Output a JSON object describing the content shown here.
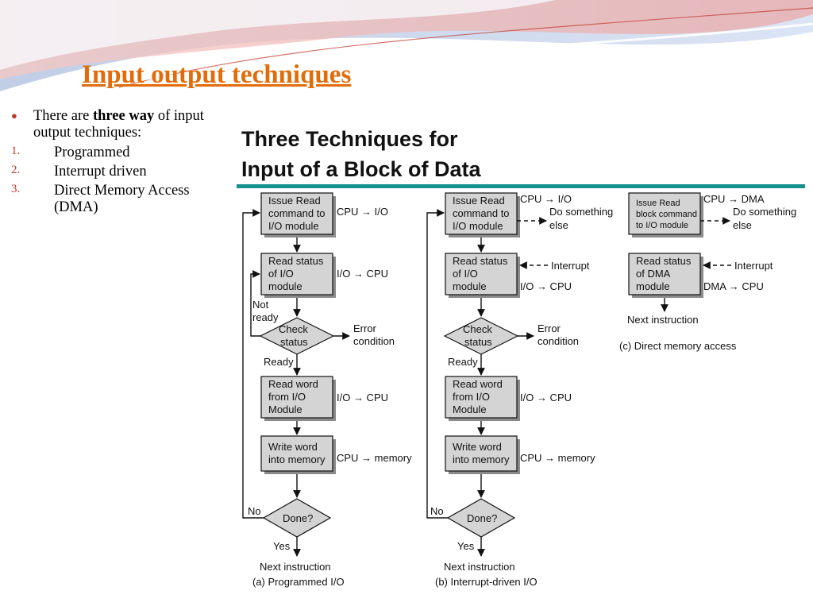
{
  "slide": {
    "title": "Input output techniques",
    "intro_prefix": "There are ",
    "intro_bold": "three way",
    "intro_suffix": " of input output techniques:",
    "list": [
      {
        "num": "1.",
        "text": "Programmed"
      },
      {
        "num": "2.",
        "text": "Interrupt driven"
      },
      {
        "num": "3.",
        "text": " Direct Memory Access (DMA)"
      }
    ]
  },
  "diagram": {
    "heading_line1": "Three Techniques for",
    "heading_line2": "Input of a Block of Data",
    "accent_color": "#14918f",
    "programmed": {
      "issue_read": [
        "Issue Read",
        "command to",
        "I/O module"
      ],
      "cpu_io": "CPU → I/O",
      "read_status": [
        "Read status",
        "of I/O",
        "module"
      ],
      "io_cpu_1": "I/O → CPU",
      "not_ready": [
        "Not",
        "ready"
      ],
      "check_status": [
        "Check",
        "status"
      ],
      "error_condition": [
        "Error",
        "condition"
      ],
      "ready": "Ready",
      "read_word": [
        "Read word",
        "from I/O",
        "Module"
      ],
      "io_cpu_2": "I/O → CPU",
      "write_word": [
        "Write word",
        "into memory"
      ],
      "cpu_memory": "CPU → memory",
      "no": "No",
      "done": "Done?",
      "yes": "Yes",
      "next_instruction": "Next instruction",
      "caption": "(a) Programmed I/O"
    },
    "interrupt": {
      "issue_read": [
        "Issue Read",
        "command to",
        "I/O module"
      ],
      "cpu_io": "CPU → I/O",
      "do_something": [
        "Do something",
        "else"
      ],
      "read_status": [
        "Read status",
        "of I/O",
        "module"
      ],
      "interrupt": "Interrupt",
      "io_cpu_1": "I/O → CPU",
      "check_status": [
        "Check",
        "status"
      ],
      "error_condition": [
        "Error",
        "condition"
      ],
      "ready": "Ready",
      "read_word": [
        "Read word",
        "from I/O",
        "Module"
      ],
      "io_cpu_2": "I/O → CPU",
      "write_word": [
        "Write word",
        "into memory"
      ],
      "cpu_memory": "CPU → memory",
      "no": "No",
      "done": "Done?",
      "yes": "Yes",
      "next_instruction": "Next instruction",
      "caption": "(b) Interrupt-driven I/O"
    },
    "dma": {
      "issue_read": [
        "Issue Read",
        "block command",
        "to I/O module"
      ],
      "cpu_dma": "CPU → DMA",
      "do_something": [
        "Do something",
        "else"
      ],
      "read_status": [
        "Read status",
        "of DMA",
        "module"
      ],
      "interrupt": "Interrupt",
      "dma_cpu": "DMA → CPU",
      "next_instruction": "Next instruction",
      "caption": "(c) Direct memory access"
    }
  }
}
